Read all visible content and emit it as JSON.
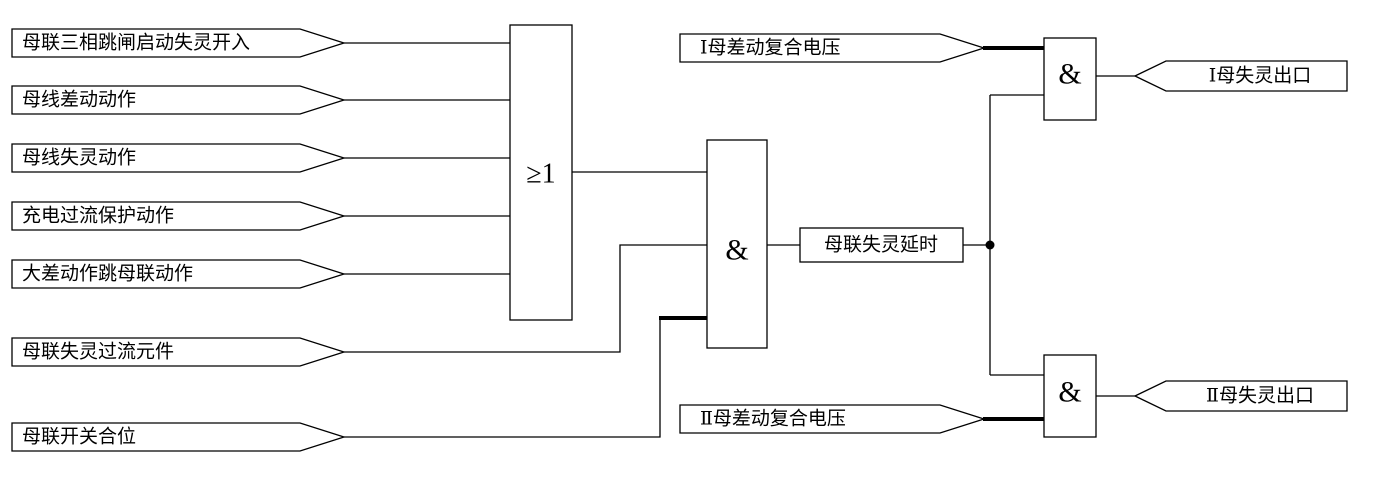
{
  "diagram": {
    "inputs": [
      "母联三相跳闸启动失灵开入",
      "母线差动动作",
      "母线失灵动作",
      "充电过流保护动作",
      "大差动作跳母联动作",
      "母联失灵过流元件",
      "母联开关合位"
    ],
    "or_gate_label": "≥1",
    "main_and_gate_label": "&",
    "delay_label": "母联失灵延时",
    "bus1_voltage_label": "Ⅰ母差动复合电压",
    "bus1_and_gate_label": "&",
    "bus1_output_label": "Ⅰ母失灵出口",
    "bus2_voltage_label": "Ⅱ母差动复合电压",
    "bus2_and_gate_label": "&",
    "bus2_output_label": "Ⅱ母失灵出口"
  },
  "colors": {
    "line": "#000000",
    "background": "#ffffff"
  }
}
